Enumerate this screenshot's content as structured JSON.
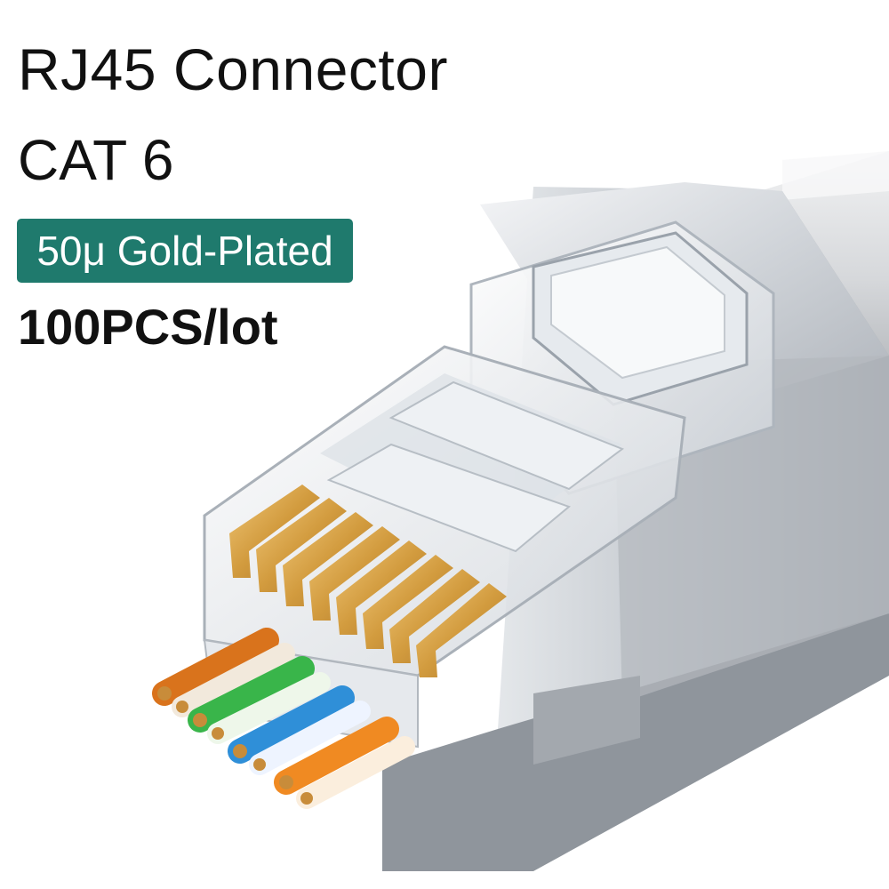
{
  "product": {
    "title": "RJ45 Connector",
    "category": "CAT 6",
    "badge": "50μ Gold-Plated",
    "quantity": "100PCS/lot"
  },
  "colors": {
    "badge_bg": "#1f7a6d",
    "shield_metal": "#c9cdd2",
    "gold_contacts": "#d4a24a",
    "wire_colors": [
      "#d9731c",
      "#f2e9dc",
      "#39b54a",
      "#eef7ea",
      "#2f8fd8",
      "#eef4ff",
      "#f08a22",
      "#fbeedd"
    ]
  }
}
